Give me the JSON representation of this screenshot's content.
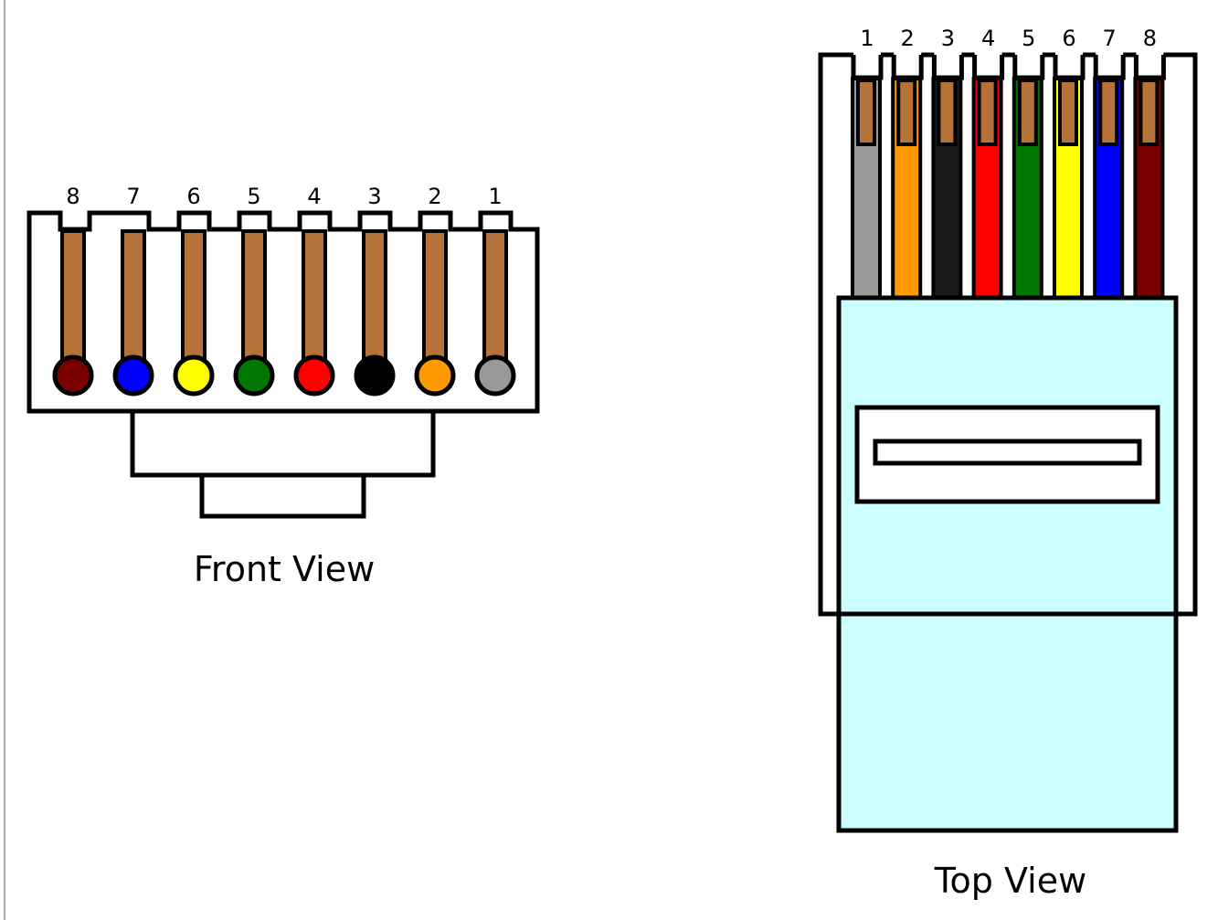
{
  "front_view": {
    "caption": "Front View",
    "pins": [
      {
        "number": "8",
        "color": "#7a0000"
      },
      {
        "number": "7",
        "color": "#0000ff"
      },
      {
        "number": "6",
        "color": "#ffff00"
      },
      {
        "number": "5",
        "color": "#007700"
      },
      {
        "number": "4",
        "color": "#ff0000"
      },
      {
        "number": "3",
        "color": "#000000"
      },
      {
        "number": "2",
        "color": "#ff9900"
      },
      {
        "number": "1",
        "color": "#999999"
      }
    ]
  },
  "top_view": {
    "caption": "Top View",
    "pins": [
      {
        "number": "1",
        "color": "#999999"
      },
      {
        "number": "2",
        "color": "#ff9900"
      },
      {
        "number": "3",
        "color": "#1a1a1a"
      },
      {
        "number": "4",
        "color": "#ff0000"
      },
      {
        "number": "5",
        "color": "#007700"
      },
      {
        "number": "6",
        "color": "#ffff00"
      },
      {
        "number": "7",
        "color": "#0000ff"
      },
      {
        "number": "8",
        "color": "#7a0000"
      }
    ]
  },
  "colors": {
    "contact": "#b5733a",
    "boot": "#ccffff",
    "outline": "#000000",
    "body": "#ffffff"
  }
}
